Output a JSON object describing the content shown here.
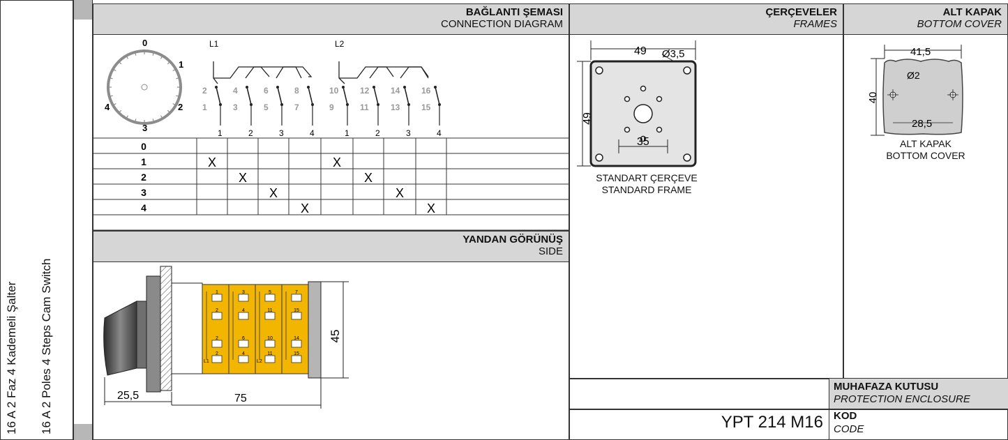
{
  "side_title": {
    "line1": "16 A 2 Faz 4 Kademeli Şalter",
    "line2": "16 A 2 Poles 4 Steps Cam Switch"
  },
  "connection": {
    "title_tr": "BAĞLANTI ŞEMASI",
    "title_en": "CONNECTION DIAGRAM",
    "dial_positions": [
      "0",
      "1",
      "2",
      "3",
      "4"
    ],
    "phase_labels": [
      "L1",
      "L2"
    ],
    "contact_pairs": [
      [
        "2",
        "1"
      ],
      [
        "4",
        "3"
      ],
      [
        "6",
        "5"
      ],
      [
        "8",
        "7"
      ],
      [
        "10",
        "9"
      ],
      [
        "12",
        "11"
      ],
      [
        "14",
        "13"
      ],
      [
        "16",
        "15"
      ]
    ],
    "terminal_labels": [
      "1",
      "2",
      "3",
      "4",
      "1",
      "2",
      "3",
      "4"
    ],
    "table_rows": [
      {
        "pos": "0",
        "cells": [
          "",
          "",
          "",
          "",
          "",
          "",
          "",
          ""
        ]
      },
      {
        "pos": "1",
        "cells": [
          "X",
          "",
          "",
          "",
          "X",
          "",
          "",
          ""
        ]
      },
      {
        "pos": "2",
        "cells": [
          "",
          "X",
          "",
          "",
          "",
          "X",
          "",
          ""
        ]
      },
      {
        "pos": "3",
        "cells": [
          "",
          "",
          "X",
          "",
          "",
          "",
          "X",
          ""
        ]
      },
      {
        "pos": "4",
        "cells": [
          "",
          "",
          "",
          "X",
          "",
          "",
          "",
          "X"
        ]
      }
    ]
  },
  "side_view": {
    "title_tr": "YANDAN GÖRÜNÜŞ",
    "title_en": "SIDE",
    "dim_height": "45",
    "dim_front": "25,5",
    "dim_length": "75",
    "module_labels": [
      {
        "top": "1",
        "mid": "2",
        "bottom": "2"
      },
      {
        "top": "3",
        "mid": "4",
        "bottom": "6"
      },
      {
        "top": "5",
        "mid": "11",
        "bottom": "10"
      },
      {
        "top": "7",
        "mid": "15",
        "bottom": "14"
      }
    ],
    "phase_labels": [
      "L1",
      "L2"
    ]
  },
  "frames": {
    "title_tr": "ÇERÇEVELER",
    "title_en": "FRAMES",
    "dim_width": "49",
    "dim_hole": "Ø3,5",
    "dim_height": "49",
    "dim_inner": "35",
    "caption_tr": "STANDART ÇERÇEVE",
    "caption_en": "STANDARD FRAME"
  },
  "bottom_cover": {
    "title_tr": "ALT KAPAK",
    "title_en": "BOTTOM COVER",
    "dim_width": "41,5",
    "dim_hole": "Ø2",
    "dim_height": "40",
    "dim_inner": "28,5",
    "caption_tr": "ALT KAPAK",
    "caption_en": "BOTTOM COVER"
  },
  "enclosure": {
    "title_tr": "MUHAFAZA KUTUSU",
    "title_en": "PROTECTION ENCLOSURE"
  },
  "code": {
    "value": "YPT 214 M16",
    "label_tr": "KOD",
    "label_en": "CODE"
  },
  "colors": {
    "header_gray": "#d6d6d6",
    "strip_gray": "#b7b7b7",
    "module_yellow": "#f2b600",
    "frame_fill": "#e4e4e4",
    "cover_fill": "#cfcfcf"
  }
}
